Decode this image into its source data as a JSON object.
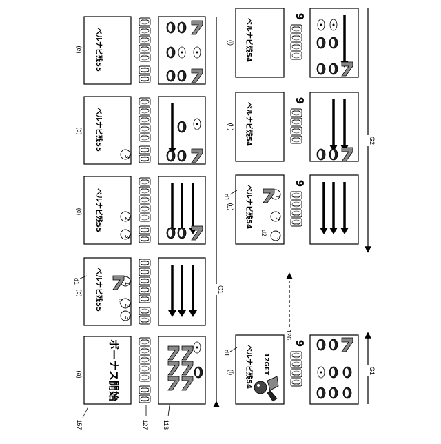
{
  "figure": {
    "frames": [
      {
        "id": "a",
        "tag": "(a)",
        "text": "ボーナス開始"
      },
      {
        "id": "b",
        "tag": "(b)",
        "text": "ベルナビ残55"
      },
      {
        "id": "c",
        "tag": "(c)",
        "text": "ベルナビ残55"
      },
      {
        "id": "d",
        "tag": "(d)",
        "text": "ベルナビ残55"
      },
      {
        "id": "e",
        "tag": "(e)",
        "text": "ベルナビ残55"
      },
      {
        "id": "f",
        "tag": "(f)",
        "text": "ベルナビ残54",
        "extra": "12GET",
        "counter": "9"
      },
      {
        "id": "g",
        "tag": "(g)",
        "text": "ベルナビ残54",
        "counter": "9"
      },
      {
        "id": "h",
        "tag": "(h)",
        "text": "ベルナビ残54",
        "counter": "9"
      },
      {
        "id": "i",
        "tag": "(i)",
        "text": "ベルナビ残54",
        "counter": "9"
      }
    ],
    "refs": {
      "r157": "157",
      "r127": "127",
      "r113": "113",
      "r126": "126",
      "d1": "d1",
      "d2": "d2"
    },
    "groups": {
      "g1": "G1",
      "g2": "G2"
    },
    "order_nums": [
      "1",
      "2",
      "3"
    ]
  }
}
